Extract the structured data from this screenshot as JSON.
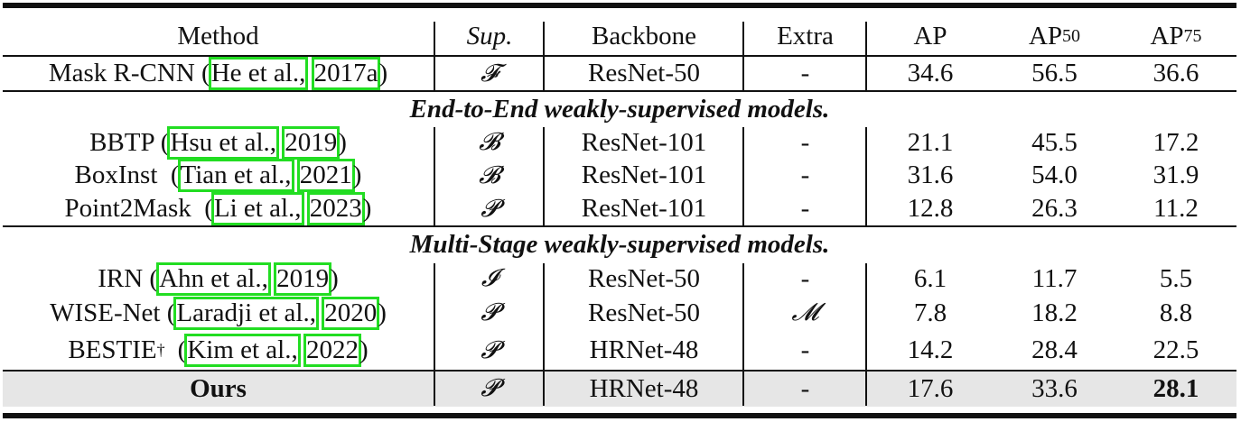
{
  "table": {
    "headers": {
      "method": "Method",
      "sup": "Sup.",
      "backbone": "Backbone",
      "extra": "Extra",
      "ap": "AP",
      "ap50_base": "AP",
      "ap50_sub": "50",
      "ap75_base": "AP",
      "ap75_sub": "75"
    },
    "baseline": {
      "name": "Mask R-CNN (",
      "cite_author": "He et al.,",
      "cite_year": "2017a",
      "close": ")",
      "sup": "𝓕",
      "backbone": "ResNet-50",
      "extra": "-",
      "ap": "34.6",
      "ap50": "56.5",
      "ap75": "36.6"
    },
    "sections": [
      {
        "title": "End-to-End weakly-supervised models.",
        "rows": [
          {
            "name": "BBTP (",
            "cite_author": "Hsu et al.,",
            "cite_year": "2019",
            "close": ")",
            "sup": "𝓑",
            "backbone": "ResNet-101",
            "extra": "-",
            "ap": "21.1",
            "ap50": "45.5",
            "ap75": "17.2"
          },
          {
            "name": "BoxInst  (",
            "cite_author": "Tian et al.,",
            "cite_year": "2021",
            "close": ")",
            "sup": "𝓑",
            "backbone": "ResNet-101",
            "extra": "-",
            "ap": "31.6",
            "ap50": "54.0",
            "ap75": "31.9"
          },
          {
            "name": "Point2Mask  (",
            "cite_author": "Li et al.,",
            "cite_year": "2023",
            "close": ")",
            "sup": "𝓟",
            "backbone": "ResNet-101",
            "extra": "-",
            "ap": "12.8",
            "ap50": "26.3",
            "ap75": "11.2"
          }
        ]
      },
      {
        "title": "Multi-Stage weakly-supervised models.",
        "rows": [
          {
            "name": "IRN (",
            "cite_author": "Ahn et al.,",
            "cite_year": "2019",
            "close": ")",
            "sup": "𝓘",
            "backbone": "ResNet-50",
            "extra": "-",
            "ap": "6.1",
            "ap50": "11.7",
            "ap75": "5.5"
          },
          {
            "name": "WISE-Net (",
            "cite_author": "Laradji et al.,",
            "cite_year": "2020",
            "close": ")",
            "sup": "𝓟",
            "backbone": "ResNet-50",
            "extra": "𝓜",
            "ap": "7.8",
            "ap50": "18.2",
            "ap75": "8.8"
          },
          {
            "name": "BESTIE",
            "dagger": "†",
            "name_tail": "(",
            "cite_author": "Kim et al.,",
            "cite_year": "2022",
            "close": ")",
            "sup": "𝓟",
            "backbone": "HRNet-48",
            "extra": "-",
            "ap": "14.2",
            "ap50": "28.4",
            "ap75": "22.5"
          }
        ]
      }
    ],
    "ours": {
      "name": "Ours",
      "sup": "𝓟",
      "backbone": "HRNet-48",
      "extra": "-",
      "ap": "17.6",
      "ap50": "33.6",
      "ap75": "28.1"
    },
    "colors": {
      "highlight_row": "#e6e6e6",
      "citation_box": "#22dd22",
      "rules": "#111111"
    }
  }
}
